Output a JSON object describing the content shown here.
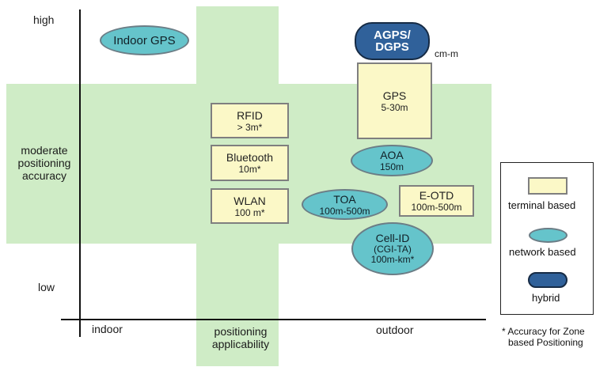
{
  "y_axis": {
    "high": "high",
    "moderate": [
      "moderate",
      "positioning",
      "accuracy"
    ],
    "low": "low"
  },
  "x_axis": {
    "indoor": "indoor",
    "applicability": [
      "positioning",
      "applicability"
    ],
    "outdoor": "outdoor"
  },
  "nodes": {
    "indoor_gps": "Indoor GPS",
    "agps_dgps": [
      "AGPS/",
      "DGPS"
    ],
    "agps_accuracy": "cm-m",
    "gps": [
      "GPS",
      "5-30m"
    ],
    "rfid": [
      "RFID",
      "> 3m*"
    ],
    "bluetooth": [
      "Bluetooth",
      "10m*"
    ],
    "wlan": [
      "WLAN",
      "100 m*"
    ],
    "aoa": [
      "AOA",
      "150m"
    ],
    "toa": [
      "TOA",
      "100m-500m"
    ],
    "eotd": [
      "E-OTD",
      "100m-500m"
    ],
    "cellid": [
      "Cell-ID",
      "(CGI-TA)",
      "100m-km*"
    ]
  },
  "legend": {
    "terminal": "terminal based",
    "network": "network based",
    "hybrid": "hybrid"
  },
  "note": [
    "* Accuracy for Zone",
    "based Positioning"
  ],
  "colors": {
    "band": "#cfecc6",
    "terminal_fill": "#fbf8c7",
    "network_fill": "#65c4cb",
    "hybrid_fill": "#30619a"
  }
}
